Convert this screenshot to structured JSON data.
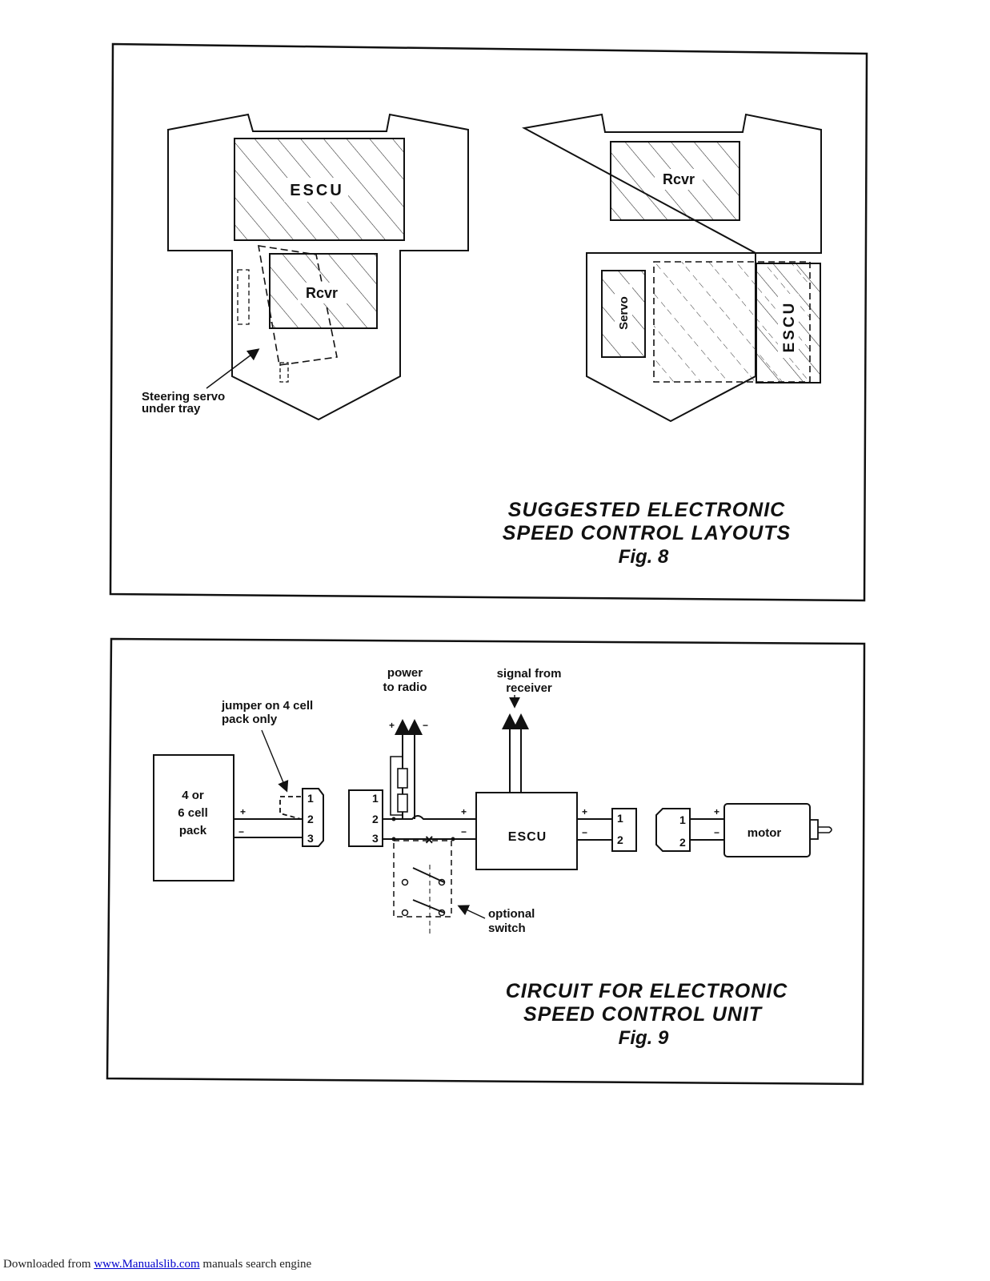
{
  "fig8": {
    "left": {
      "escu": "ESCU",
      "rcvr": "Rcvr",
      "note_line1": "Steering servo",
      "note_line2": "under tray"
    },
    "right": {
      "rcvr": "Rcvr",
      "servo": "Servo",
      "escu": "ESCU"
    },
    "caption_line1": "SUGGESTED ELECTRONIC",
    "caption_line2": "SPEED CONTROL LAYOUTS",
    "caption_fig": "Fig. 8"
  },
  "fig9": {
    "pack_line1": "4 or",
    "pack_line2": "6 cell",
    "pack_line3": "pack",
    "jumper_line1": "jumper on 4 cell",
    "jumper_line2": "pack only",
    "power_line1": "power",
    "power_line2": "to radio",
    "signal_line1": "signal from",
    "signal_line2": "receiver",
    "escu": "ESCU",
    "motor": "motor",
    "switch_line1": "optional",
    "switch_line2": "switch",
    "pin1": "1",
    "pin2": "2",
    "pin3": "3",
    "plus": "+",
    "minus": "−",
    "caption_line1": "CIRCUIT FOR ELECTRONIC",
    "caption_line2": "SPEED CONTROL UNIT",
    "caption_fig": "Fig. 9"
  },
  "footer": {
    "prefix": "Downloaded from ",
    "link": "www.Manualslib.com",
    "suffix": " manuals search engine"
  }
}
